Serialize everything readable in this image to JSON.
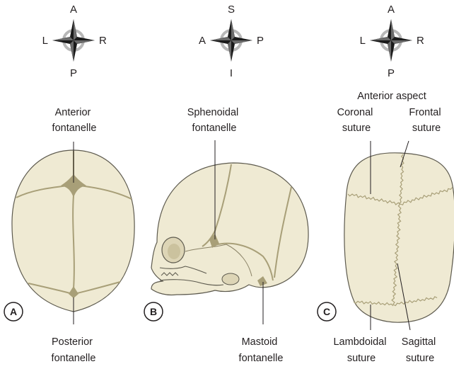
{
  "compasses": [
    {
      "top": "A",
      "left": "L",
      "right": "R",
      "bottom": "P"
    },
    {
      "top": "S",
      "left": "A",
      "right": "P",
      "bottom": "I"
    },
    {
      "top": "A",
      "left": "L",
      "right": "R",
      "bottom": "P"
    }
  ],
  "panel_a": {
    "badge": "A",
    "anterior_fontanelle": [
      "Anterior",
      "fontanelle"
    ],
    "posterior_fontanelle": [
      "Posterior",
      "fontanelle"
    ]
  },
  "panel_b": {
    "badge": "B",
    "sphenoidal_fontanelle": [
      "Sphenoidal",
      "fontanelle"
    ],
    "mastoid_fontanelle": [
      "Mastoid",
      "fontanelle"
    ]
  },
  "panel_c": {
    "badge": "C",
    "anterior_aspect": "Anterior aspect",
    "coronal_suture": [
      "Coronal",
      "suture"
    ],
    "frontal_suture": [
      "Frontal",
      "suture"
    ],
    "lambdoidal_suture": [
      "Lambdoidal",
      "suture"
    ],
    "sagittal_suture": [
      "Sagittal",
      "suture"
    ]
  },
  "colors": {
    "bone": "#efead3",
    "suture": "#a89f78",
    "outline": "#5d5a4e",
    "compass_ring": "#b8b8b8"
  }
}
